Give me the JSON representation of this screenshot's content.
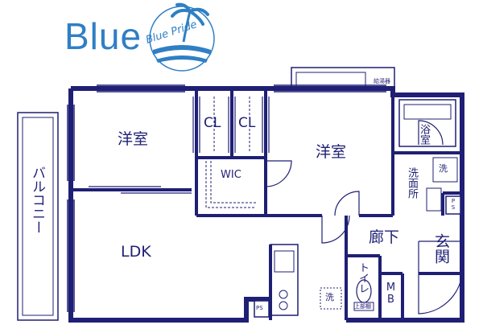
{
  "logo": {
    "text": "Blue",
    "script": "Blue Pride"
  },
  "rooms": {
    "western_left": "洋室",
    "western_right": "洋室",
    "closet_left": "CL",
    "closet_right": "CL",
    "wic": "WIC",
    "ldk": "LDK",
    "balcony": "バルコニー",
    "bath": "浴室",
    "washroom": "洗面所",
    "hallway": "廊下",
    "entrance": "玄関",
    "toilet": "トイレ",
    "mb": "MB",
    "wash_mark": "洗"
  },
  "labels": {
    "water_heater": "給湯器",
    "ps_left": "PS",
    "ps_right": "PS",
    "upper_cabinet": "上部棚"
  },
  "colors": {
    "wall": "#1f1f75",
    "logo": "#2f7fc4",
    "tile": "#c8c8d8"
  }
}
